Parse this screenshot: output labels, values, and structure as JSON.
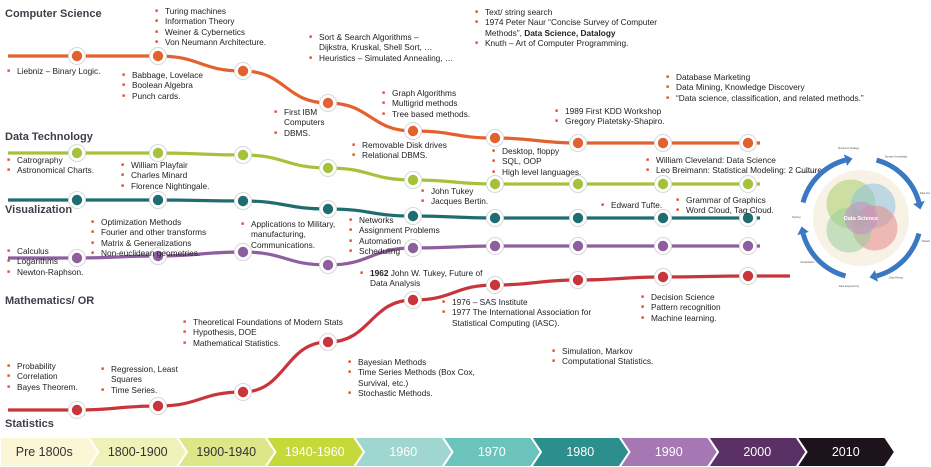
{
  "tracks": [
    {
      "key": "cs",
      "title": "Computer Science",
      "color": "#e2622f"
    },
    {
      "key": "dt",
      "title": "Data Technology",
      "color": "#a5c23a"
    },
    {
      "key": "vis",
      "title": "Visualization",
      "color": "#1f6d71"
    },
    {
      "key": "math",
      "title": "Mathematics/ OR",
      "color": "#8d5f9e"
    },
    {
      "key": "stat",
      "title": "Statistics",
      "color": "#c8353b"
    }
  ],
  "timeline": [
    {
      "label": "Pre 1800s",
      "fill": "#fbf6d6",
      "text": "#333333"
    },
    {
      "label": "1800-1900",
      "fill": "#eef2b6",
      "text": "#333333"
    },
    {
      "label": "1900-1940",
      "fill": "#dde78a",
      "text": "#333333"
    },
    {
      "label": "1940-1960",
      "fill": "#c6d93a",
      "text": "#ffffff"
    },
    {
      "label": "1960",
      "fill": "#9fd6cf",
      "text": "#ffffff"
    },
    {
      "label": "1970",
      "fill": "#6cc3bc",
      "text": "#ffffff"
    },
    {
      "label": "1980",
      "fill": "#2c8f8e",
      "text": "#ffffff"
    },
    {
      "label": "1990",
      "fill": "#a678b3",
      "text": "#ffffff"
    },
    {
      "label": "2000",
      "fill": "#5b3065",
      "text": "#ffffff"
    },
    {
      "label": "2010",
      "fill": "#1c131b",
      "text": "#ffffff"
    }
  ],
  "notes": {
    "cs": [
      [
        "Liebniz – Binary Logic."
      ],
      [
        "Babbage, Lovelace",
        "Boolean Algebra",
        "Punch cards."
      ],
      [
        "Turing machines",
        "Information Theory",
        "Weiner & Cybernetics",
        "Von Neumann Architecture."
      ],
      [
        "First IBM\nComputers",
        "DBMS."
      ],
      [
        "Sort & Search Algorithms –\nDijkstra, Kruskal, Shell Sort, …",
        "Heuristics – Simulated Annealing, …"
      ],
      [
        "Graph Algorithms",
        "Multigrid methods",
        "Tree based methods."
      ],
      [
        "Text/ string search",
        "1974 Peter Naur “Concise Survey of Computer\nMethods”, **Data Science, Datalogy**",
        "Knuth – Art of Computer Programming."
      ],
      [
        "1989 First KDD Workshop",
        "Gregory Piatetsky-Shapiro."
      ],
      [
        "Database Marketing",
        "Data Mining, Knowledge Discovery",
        "“Data science, classification, and related methods.”"
      ]
    ],
    "dt": [
      [
        "Catrography",
        "Astronomical Charts."
      ],
      [
        "William Playfair",
        "Charles Minard",
        "Florence Nightingale."
      ],
      [
        "Removable Disk drives",
        "Relational DBMS."
      ],
      [
        "Desktop, floppy",
        "SQL, OOP",
        "High level languages."
      ],
      [
        "William Cleveland: Data Science",
        "Leo Breimann: Statistical Modeling: 2 Cultures"
      ]
    ],
    "vis": [
      [
        "Optimization Methods",
        "Fourier and other transforms",
        "Matrix & Generalizations",
        "Non-euclidean geometries."
      ],
      [
        "Applications to Military,\nmanufacturing,\nCommunications."
      ],
      [
        "John Tukey",
        "Jacques Bertin."
      ],
      [
        "Networks",
        "Assignment Problems",
        "Automation",
        "Scheduling"
      ],
      [
        "Edward Tufte."
      ],
      [
        "Grammar of Graphics",
        "Word Cloud, Tag Cloud."
      ]
    ],
    "math": [
      [
        "Calculus",
        "Logarithms",
        "Newton-Raphson."
      ],
      [
        "**1962** John W. Tukey, Future of\nData Analysis"
      ],
      [
        "1976 – SAS Institute",
        "1977 The International Association for\nStatistical Computing (IASC)."
      ],
      [
        "Decision Science",
        "Pattern recognition",
        "Machine learning."
      ]
    ],
    "stat": [
      [
        "Theoretical Foundations of Modern Stats",
        "Hypothesis, DOE",
        "Mathematical Statistics."
      ],
      [
        "Probability",
        "Correlation",
        "Bayes Theorem."
      ],
      [
        "Regression, Least\nSquares",
        "Time Series."
      ],
      [
        "Bayesian Methods",
        "Time Series Methods (Box Cox,\nSurvival, etc.)",
        "Stochastic Methods."
      ],
      [
        "Simulation, Markov",
        "Computational Statistics."
      ]
    ]
  },
  "cycle": {
    "center_label": "Data Science",
    "stages": [
      "Business Strategy",
      "Domain Knowledge",
      "Data Insight",
      "Statistics",
      "Data Mining",
      "Data Engineering",
      "Visualization",
      "Problem Solving",
      "Communication"
    ],
    "arrow_color": "#3a78c2"
  }
}
